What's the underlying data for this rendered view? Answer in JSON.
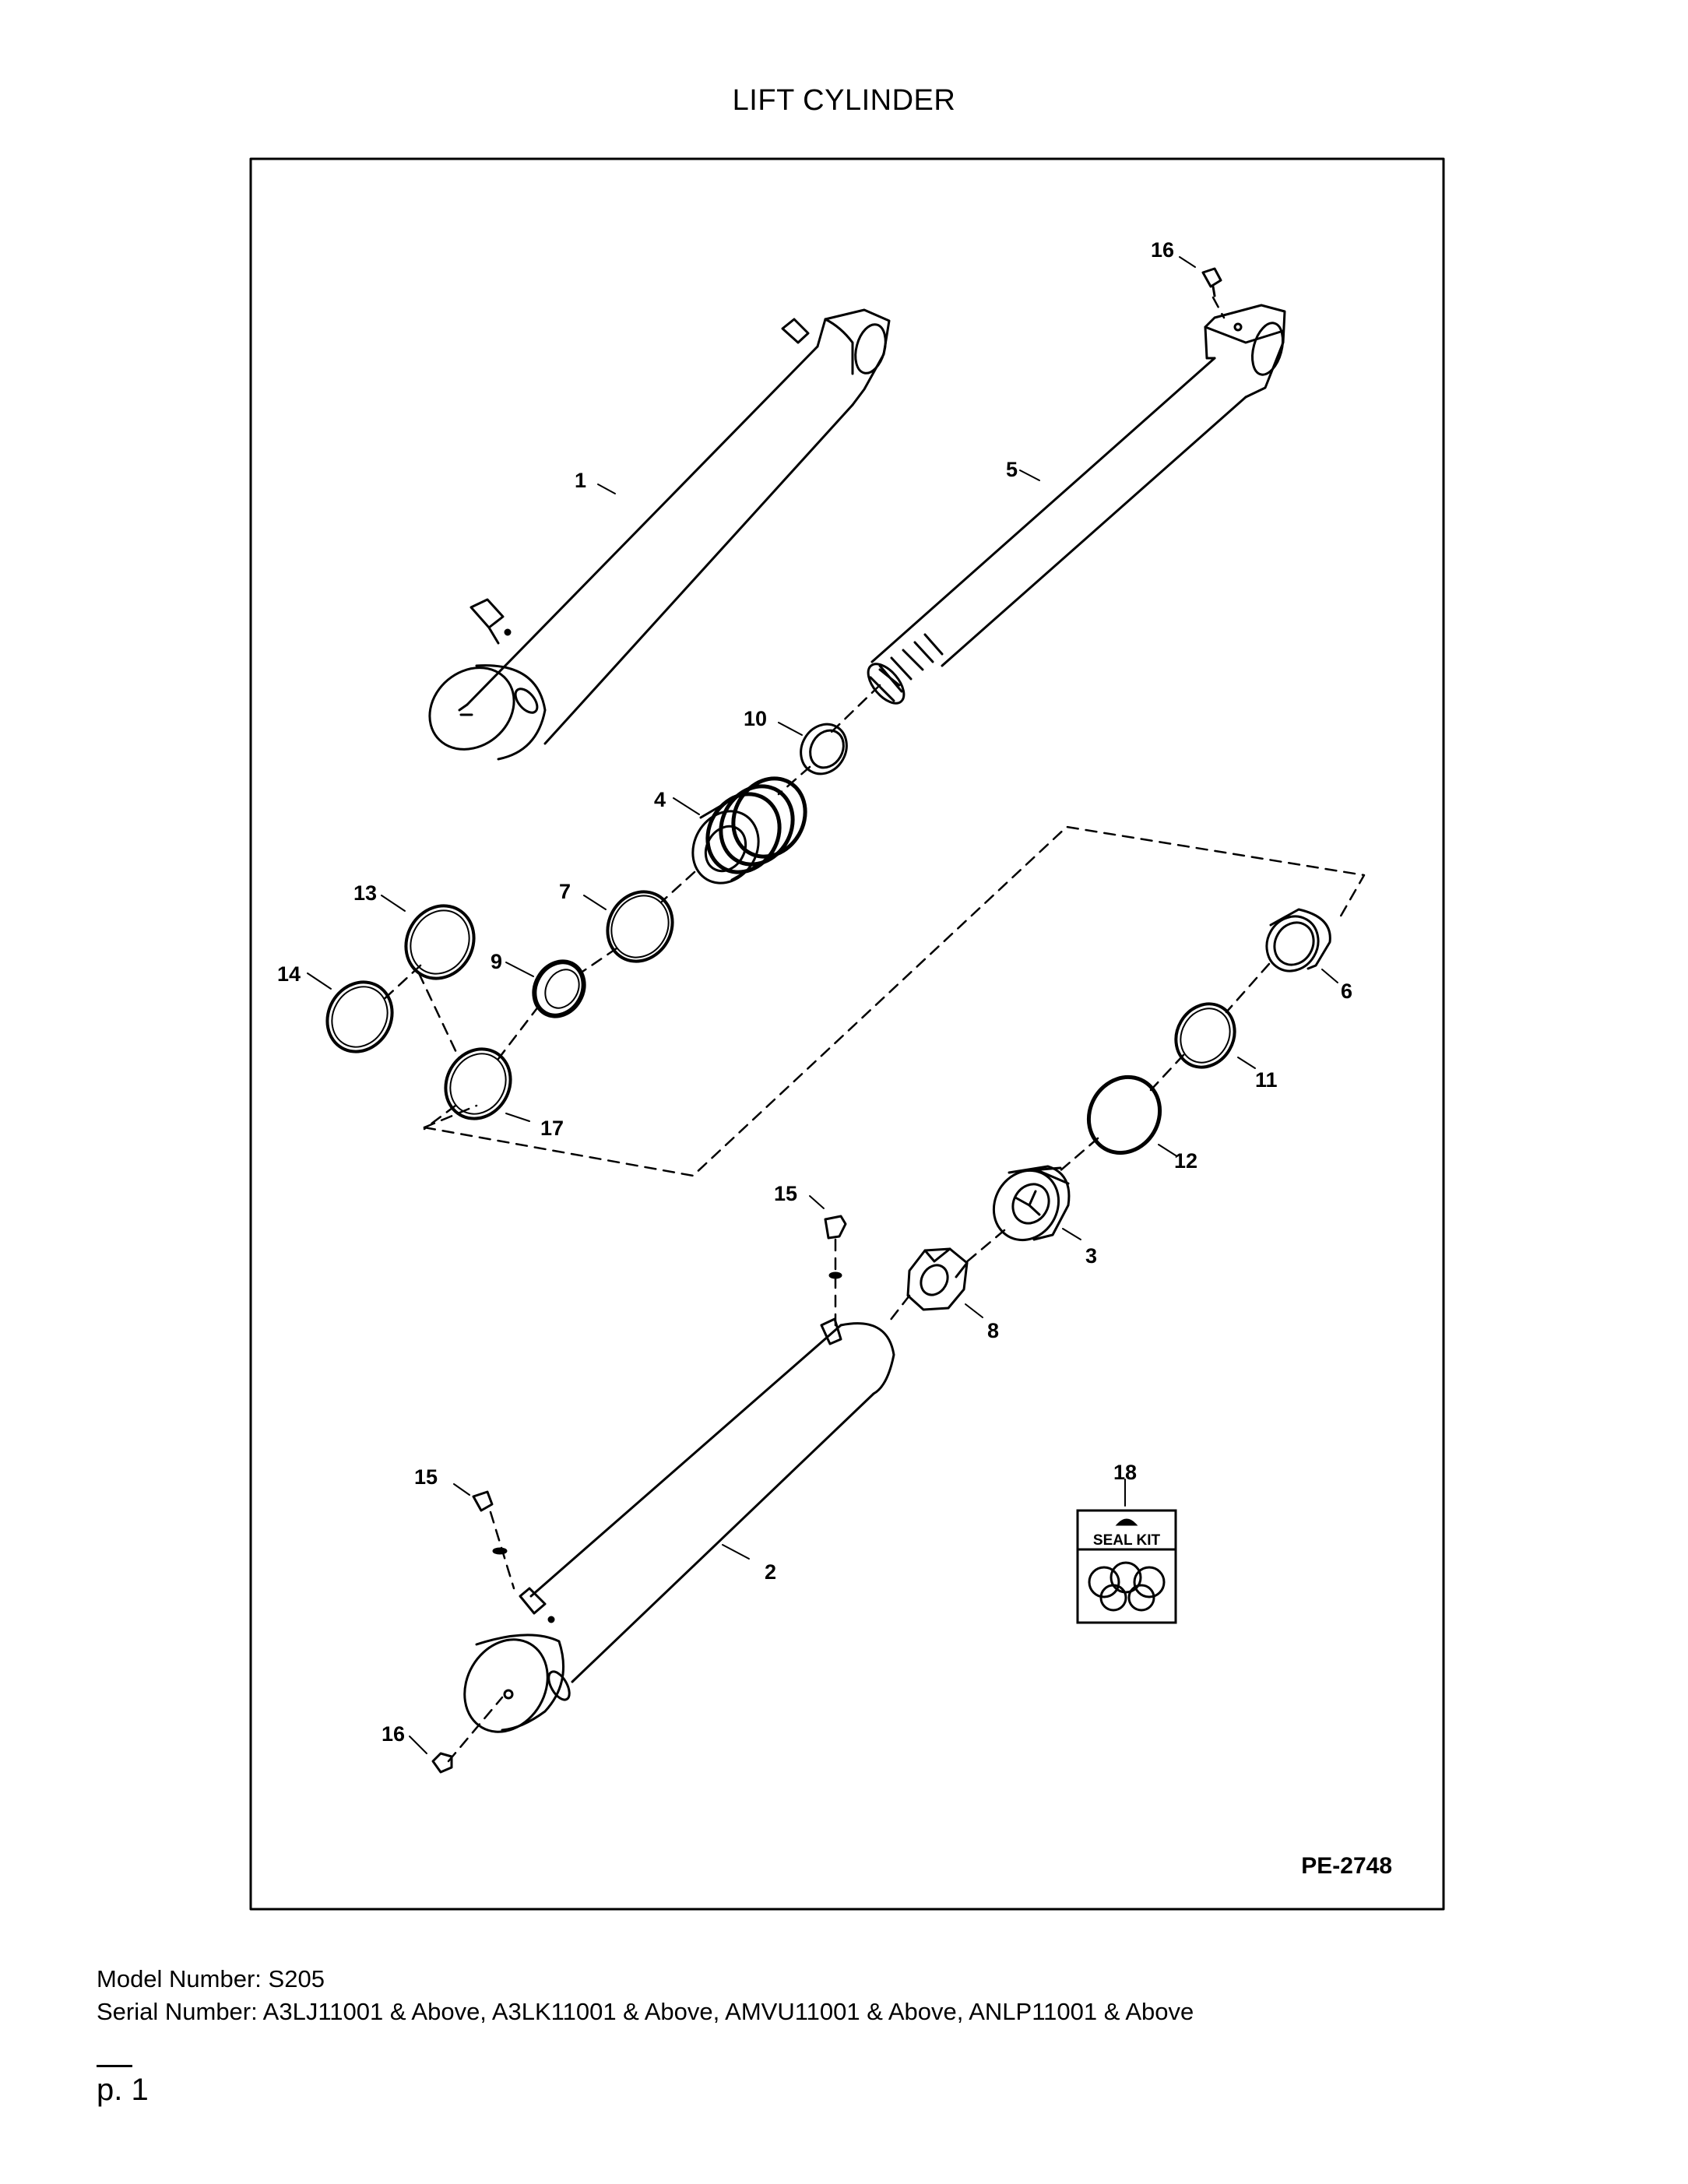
{
  "page": {
    "title": "LIFT CYLINDER",
    "reference_code": "PE-2748",
    "page_number": "p. 1"
  },
  "footer": {
    "model_label": "Model Number:",
    "model_value": "S205",
    "serial_label": "Serial Number:",
    "serial_value": "A3LJ11001 & Above, A3LK11001 & Above, AMVU11001 & Above, ANLP11001 & Above"
  },
  "seal_kit": {
    "label": "SEAL KIT"
  },
  "callouts": [
    {
      "id": "1",
      "part": "barrel"
    },
    {
      "id": "2",
      "part": "barrel"
    },
    {
      "id": "3",
      "part": "piston"
    },
    {
      "id": "4",
      "part": "head"
    },
    {
      "id": "5",
      "part": "rod"
    },
    {
      "id": "6",
      "part": "spacer"
    },
    {
      "id": "7",
      "part": "o-ring"
    },
    {
      "id": "8",
      "part": "nut"
    },
    {
      "id": "9",
      "part": "seal"
    },
    {
      "id": "10",
      "part": "wiper"
    },
    {
      "id": "11",
      "part": "ring"
    },
    {
      "id": "12",
      "part": "o-ring"
    },
    {
      "id": "13",
      "part": "ring"
    },
    {
      "id": "14",
      "part": "ring"
    },
    {
      "id": "15",
      "part": "fitting"
    },
    {
      "id": "16",
      "part": "fitting"
    },
    {
      "id": "17",
      "part": "ring"
    },
    {
      "id": "18",
      "part": "seal-kit"
    }
  ],
  "icons": [
    "seal-kit-icon"
  ]
}
